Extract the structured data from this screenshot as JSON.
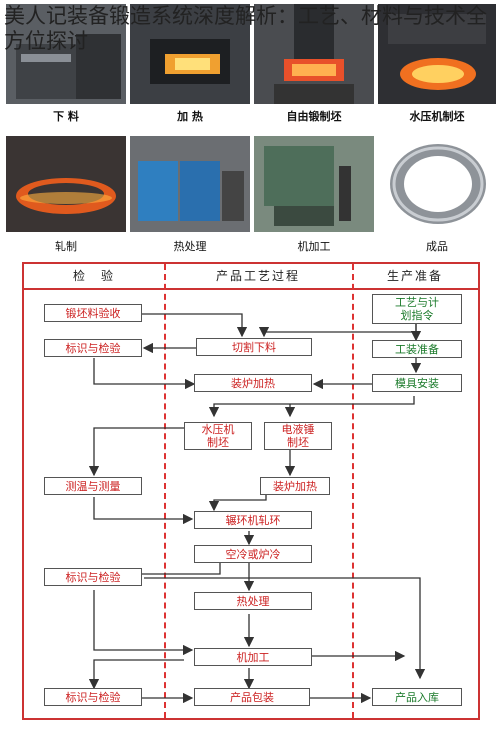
{
  "title": "美人记装备锻造系统深度解析：工艺、材料与技术全方位探讨",
  "photo_captions_row1": [
    "下 料",
    "加 热",
    "自由锻制坯",
    "水压机制坯"
  ],
  "photo_captions_row2": [
    "轧制",
    "热处理",
    "机加工",
    "成品"
  ],
  "flow": {
    "columns": [
      "检　验",
      "产品工艺过程",
      "生产准备"
    ],
    "inspection": [
      "锻坯料验收",
      "标识与检验",
      "测温与测量",
      "标识与检验",
      "标识与检验"
    ],
    "process": [
      "切割下料",
      "装炉加热",
      "水压机\n制坯",
      "电液锤\n制坯",
      "装炉加热",
      "辗环机轧环",
      "空冷或炉冷",
      "热处理",
      "机加工",
      "产品包装"
    ],
    "prep": [
      "工艺与计\n划指令",
      "工装准备",
      "模具安装",
      "产品入库"
    ]
  },
  "colors": {
    "red": "#c22222",
    "green": "#1a7a2a",
    "border": "#cc3333"
  }
}
